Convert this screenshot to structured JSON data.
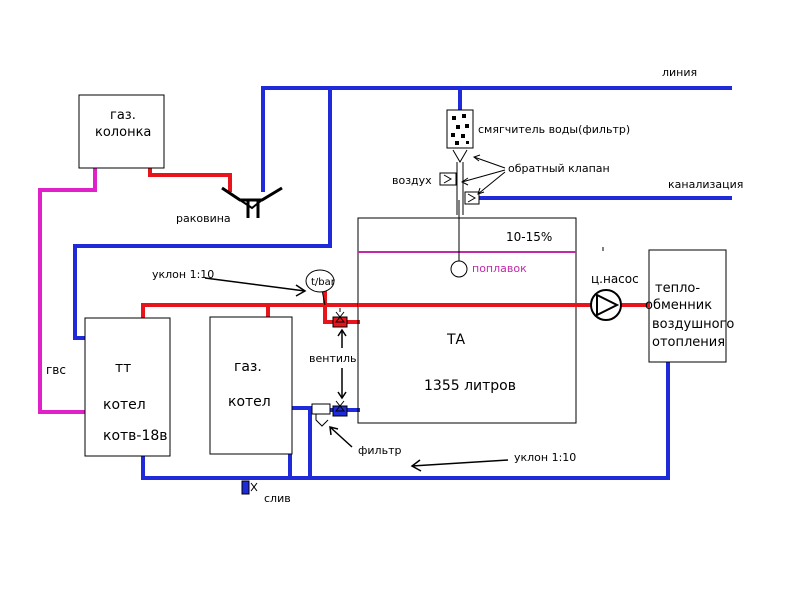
{
  "labels": {
    "line": "линия",
    "gas_heater_1": "газ.",
    "gas_heater_2": "колонка",
    "softener": "смягчитель воды(фильтр)",
    "check_valve": "обратный клапан",
    "air": "воздух",
    "sewer": "канализация",
    "sink": "раковина",
    "percent": "10-15%",
    "float": "поплавок",
    "slope_top": "уклон 1:10",
    "gauge": "t/bar",
    "pump": "ц.насос",
    "hx_1": "тепло-",
    "hx_2": "обменник",
    "hx_3": "воздушного",
    "hx_4": "отопления",
    "tank_name": "ТА",
    "tank_volume": "1355 литров",
    "valve": "вентиль",
    "dhw": "гвс",
    "tt_1": "тт",
    "tt_2": "котел",
    "tt_3": "котв-18в",
    "gas_boiler_1": "газ.",
    "gas_boiler_2": "котел",
    "filter": "фильтр",
    "slope_bottom": "уклон 1:10",
    "drain": "слив"
  },
  "colors": {
    "hot": "#e8141b",
    "cold": "#1f2ad8",
    "dhw": "#e020c8",
    "outline": "#000000",
    "water_level": "#c02aa8"
  }
}
